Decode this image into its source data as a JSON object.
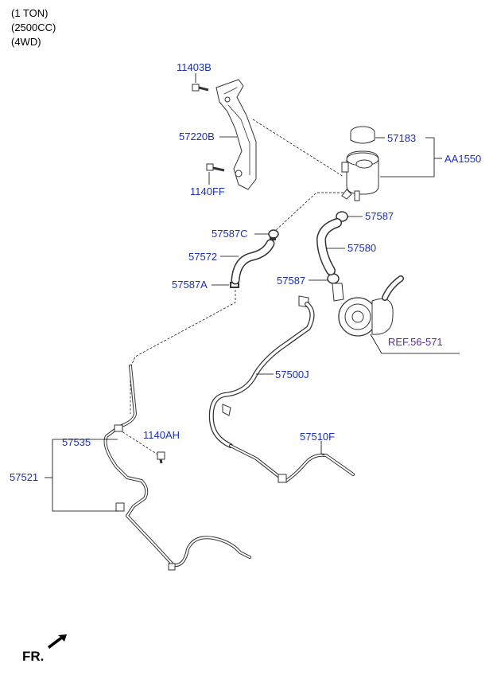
{
  "spec": {
    "line1": "(1 TON)",
    "line2": "(2500CC)",
    "line3": "(4WD)"
  },
  "labels": {
    "p11403B": "11403B",
    "p57220B": "57220B",
    "p1140FF": "1140FF",
    "p57183": "57183",
    "pAA1550": "AA1550",
    "p57587_top": "57587",
    "p57587C": "57587C",
    "p57580": "57580",
    "p57572": "57572",
    "p57587A": "57587A",
    "p57587_mid": "57587",
    "ref": "REF.56-571",
    "p57500J": "57500J",
    "p57535": "57535",
    "p1140AH": "1140AH",
    "p57510F": "57510F",
    "p57521": "57521"
  },
  "colors": {
    "part_label": "#1c2fb7",
    "ref_label": "#5b2aa6"
  },
  "footer": {
    "direction": "FR."
  }
}
